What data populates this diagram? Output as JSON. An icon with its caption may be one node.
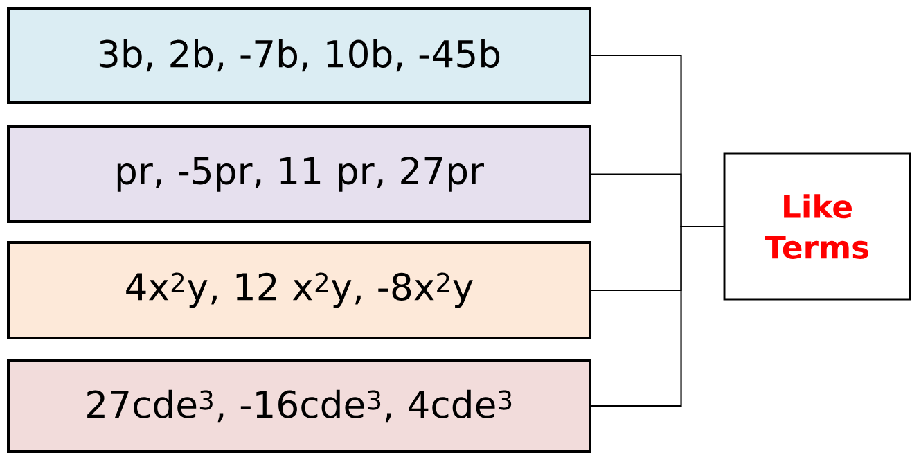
{
  "diagram": {
    "nodes": [
      {
        "text": [
          "3b, 2b, -7b, 10b, -45b"
        ]
      },
      {
        "text": [
          "pr, -5pr, 11 pr, 27pr"
        ]
      },
      {
        "text": [
          "4x$^{2}$y, 12 x$^{2}$y, -8x$^{2}$y"
        ]
      },
      {
        "text": [
          "27cde$^{3}$, -16cde$^{3}$, 4cde$^{3}$"
        ]
      },
      {
        "text": [
          "Like Terms"
        ]
      }
    ],
    "edges": [
      {
        "from": 0,
        "to": 4,
        "arrow": "none"
      },
      {
        "from": 1,
        "to": 4,
        "arrow": "none"
      },
      {
        "from": 2,
        "to": 4,
        "arrow": "none"
      },
      {
        "from": 3,
        "to": 4,
        "arrow": "none"
      }
    ]
  }
}
